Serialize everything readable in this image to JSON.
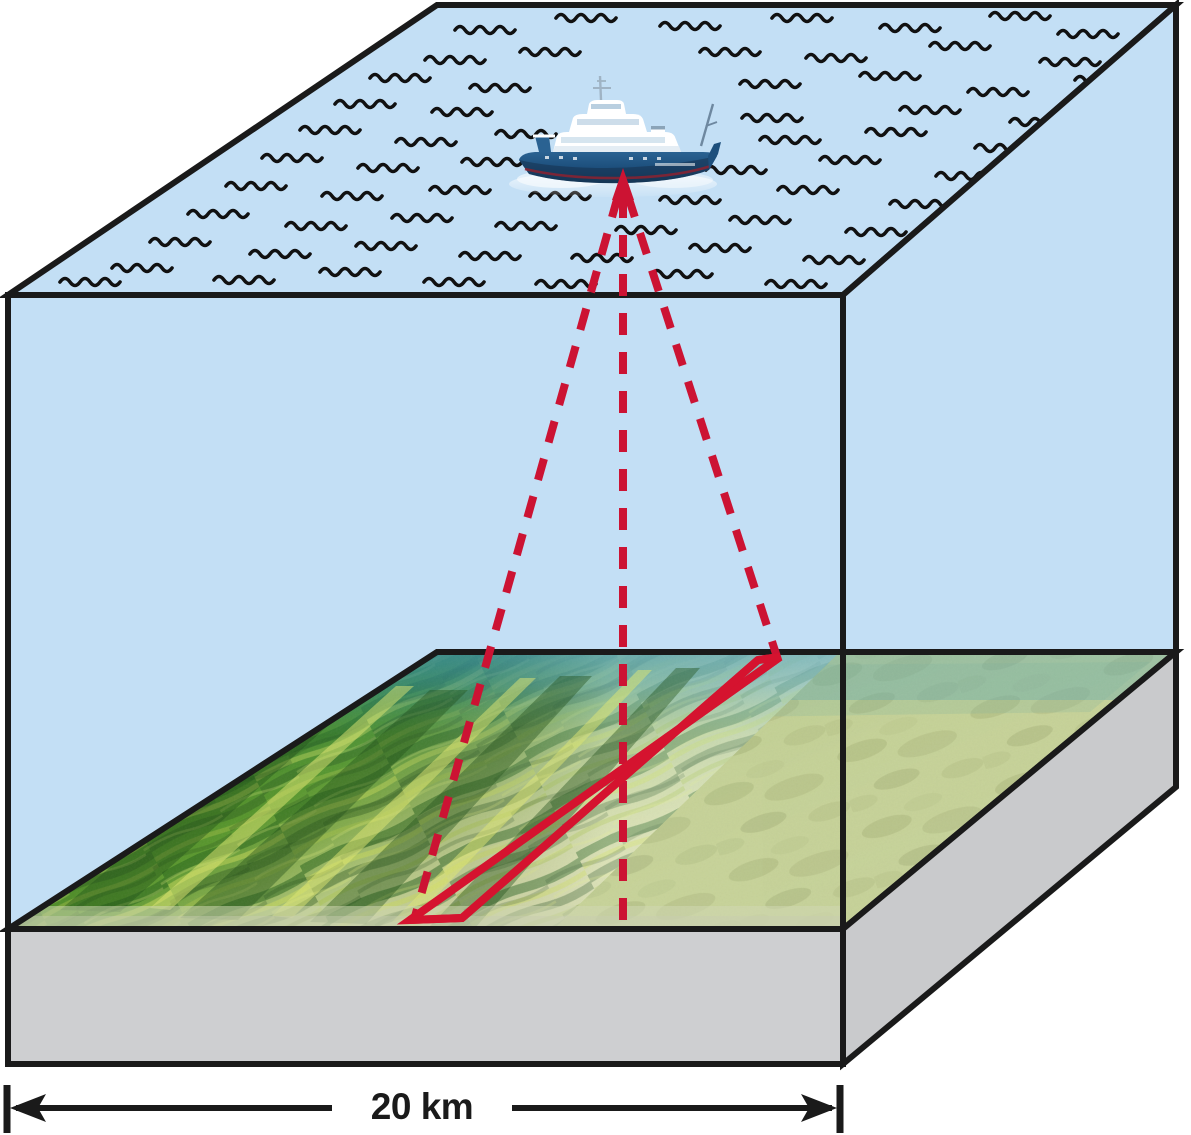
{
  "figure": {
    "kind": "block-diagram",
    "subject": "multibeam-sonar-seafloor-mapping",
    "scale_bar": {
      "label": "20 km",
      "units": "km",
      "value": 20
    },
    "colors": {
      "water": "#c3dff5",
      "crust_gray": "#cecfd1",
      "crust_side_gray": "#c9cacc",
      "outline_black": "#1a1a1a",
      "beam_red": "#cc1333",
      "swath_red": "#d5132f",
      "ship_hull": "#1d4f7c",
      "ship_hull_dark": "#16324f",
      "ship_super": "#ffffff",
      "seafloor_deep_green": "#2d6b1f",
      "seafloor_mid_green": "#5f9e2a",
      "seafloor_yellow": "#d9dd6a",
      "seafloor_teal": "#2d9aa8",
      "seafloor_pale": "#d7dfa8"
    },
    "elements": {
      "sea_surface": "sea-surface-plane",
      "water_column": "water-column",
      "seafloor": "seafloor-bathymetry",
      "crust": "crust-slab",
      "ship": "research-vessel",
      "beams": "sonar-beam-rays",
      "swath": "sonar-swath-footprint",
      "scale": "scale-bar"
    }
  },
  "chart_data": {
    "type": "diagram",
    "title": "",
    "annotations": [
      "20 km"
    ]
  }
}
